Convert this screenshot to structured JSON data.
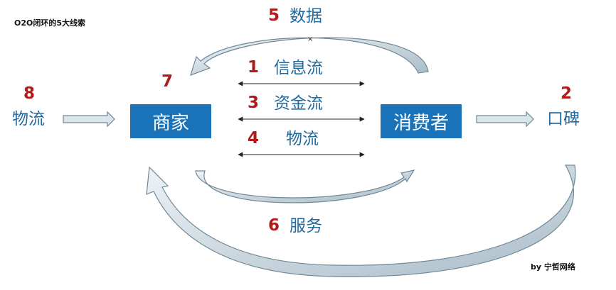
{
  "title": "O2O闭环的5大线索",
  "credit": "by 宁哲网络",
  "nodes": {
    "merchant": "商家",
    "consumer": "消费者"
  },
  "flows": {
    "info": {
      "num": "1",
      "label": "信息流"
    },
    "wordofmouth": {
      "num": "2",
      "label": "口碑"
    },
    "capital": {
      "num": "3",
      "label": "资金流"
    },
    "logistics": {
      "num": "4",
      "label": "物流"
    },
    "data": {
      "num": "5",
      "label": "数据"
    },
    "service": {
      "num": "6",
      "label": "服务"
    },
    "merchant": {
      "num": "7"
    },
    "inbound": {
      "num": "8",
      "label": "物流"
    }
  },
  "colors": {
    "node_fill": "#1a73b8",
    "number": "#b01c1c",
    "label": "#1f6a9e",
    "arrow_fill": "#dbe5ec",
    "arrow_stroke": "#6f8796"
  }
}
